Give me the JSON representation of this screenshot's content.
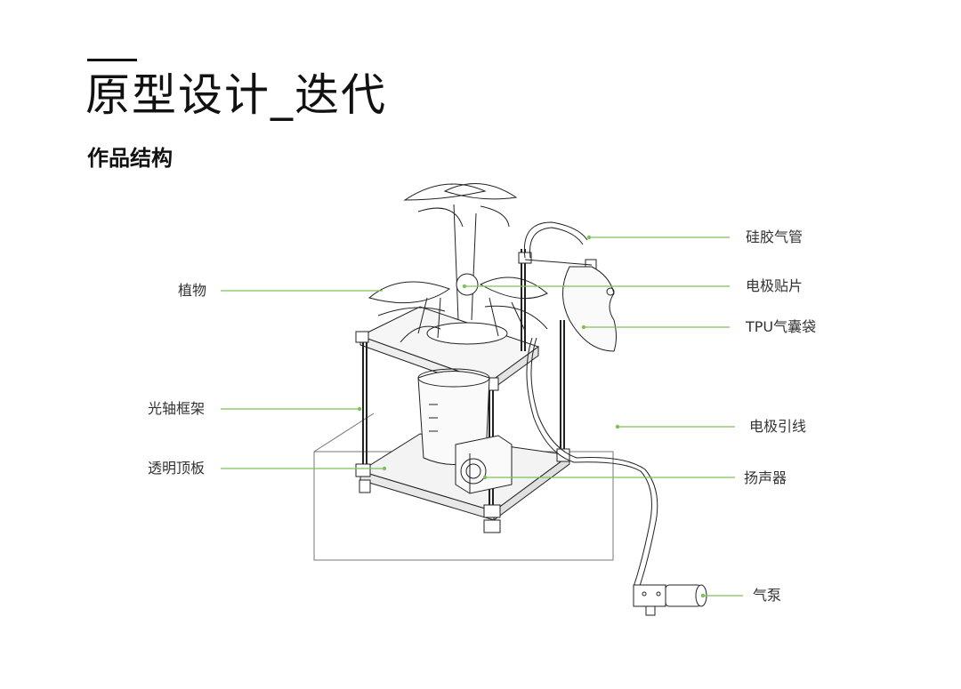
{
  "header": {
    "title": "原型设计_迭代",
    "subtitle": "作品结构"
  },
  "annotations": {
    "left": [
      "植物",
      "光轴框架",
      "透明顶板"
    ],
    "right": [
      "硅胶气管",
      "电极贴片",
      "TPU气囊袋",
      "电极引线",
      "扬声器",
      "气泵"
    ]
  },
  "colors": {
    "leader": "#7cc15a",
    "line": "#222222"
  }
}
